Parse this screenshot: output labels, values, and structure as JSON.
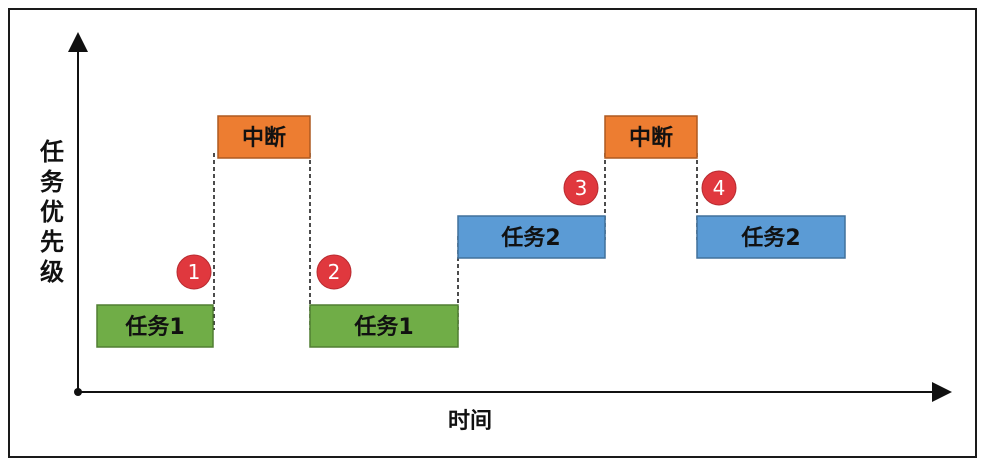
{
  "diagram": {
    "y_axis_label": "任务优先级",
    "x_axis_label": "时间",
    "colors": {
      "task1_fill": "#70AD47",
      "task1_border": "#507E32",
      "task2_fill": "#5B9BD5",
      "task2_border": "#41719C",
      "interrupt_fill": "#ED7D31",
      "interrupt_border": "#AE5A21",
      "badge_fill": "#E0383E",
      "axis": "#111111"
    },
    "blocks": [
      {
        "id": "task1-a",
        "label": "任务1",
        "kind": "task1",
        "priority": 1
      },
      {
        "id": "interrupt-a",
        "label": "中断",
        "kind": "interrupt",
        "priority": 3
      },
      {
        "id": "task1-b",
        "label": "任务1",
        "kind": "task1",
        "priority": 1
      },
      {
        "id": "task2-a",
        "label": "任务2",
        "kind": "task2",
        "priority": 2
      },
      {
        "id": "interrupt-b",
        "label": "中断",
        "kind": "interrupt",
        "priority": 3
      },
      {
        "id": "task2-b",
        "label": "任务2",
        "kind": "task2",
        "priority": 2
      }
    ],
    "badges": [
      {
        "id": "badge-1",
        "label": "1"
      },
      {
        "id": "badge-2",
        "label": "2"
      },
      {
        "id": "badge-3",
        "label": "3"
      },
      {
        "id": "badge-4",
        "label": "4"
      }
    ]
  }
}
